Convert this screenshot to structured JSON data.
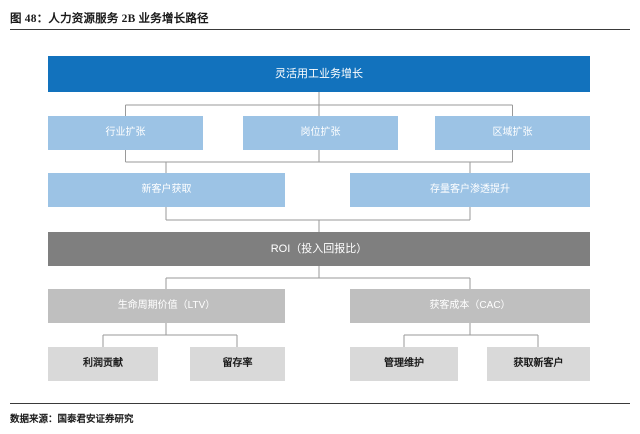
{
  "figure": {
    "title": "图 48：人力资源服务 2B 业务增长路径",
    "source": "数据来源：国泰君安证券研究"
  },
  "colors": {
    "primary_blue": "#1272bd",
    "light_blue": "#9cc3e5",
    "dark_gray": "#7f7f7f",
    "mid_gray": "#bfbfbf",
    "light_gray": "#d9d9d9",
    "connector": "#9a9a9a",
    "rule": "#3a3a3a"
  },
  "diagram": {
    "type": "flowchart",
    "levels": [
      {
        "level": 1,
        "style": "primary_blue",
        "nodes": [
          {
            "id": "root",
            "label": "灵活用工业务增长"
          }
        ]
      },
      {
        "level": 2,
        "style": "light_blue",
        "nodes": [
          {
            "id": "industry",
            "label": "行业扩张"
          },
          {
            "id": "position",
            "label": "岗位扩张"
          },
          {
            "id": "region",
            "label": "区域扩张"
          }
        ]
      },
      {
        "level": 3,
        "style": "light_blue",
        "nodes": [
          {
            "id": "new-customer",
            "label": "新客户获取"
          },
          {
            "id": "existing-customer",
            "label": "存量客户渗透提升"
          }
        ]
      },
      {
        "level": 4,
        "style": "dark_gray",
        "nodes": [
          {
            "id": "roi",
            "label": "ROI（投入回报比）"
          }
        ]
      },
      {
        "level": 5,
        "style": "mid_gray",
        "nodes": [
          {
            "id": "ltv",
            "label": "生命周期价值（LTV）"
          },
          {
            "id": "cac",
            "label": "获客成本（CAC）"
          }
        ]
      },
      {
        "level": 6,
        "style": "light_gray",
        "nodes": [
          {
            "id": "profit",
            "label": "利润贡献"
          },
          {
            "id": "retention",
            "label": "留存率"
          },
          {
            "id": "maintenance",
            "label": "管理维护"
          },
          {
            "id": "acquire-new",
            "label": "获取新客户"
          }
        ]
      }
    ]
  }
}
